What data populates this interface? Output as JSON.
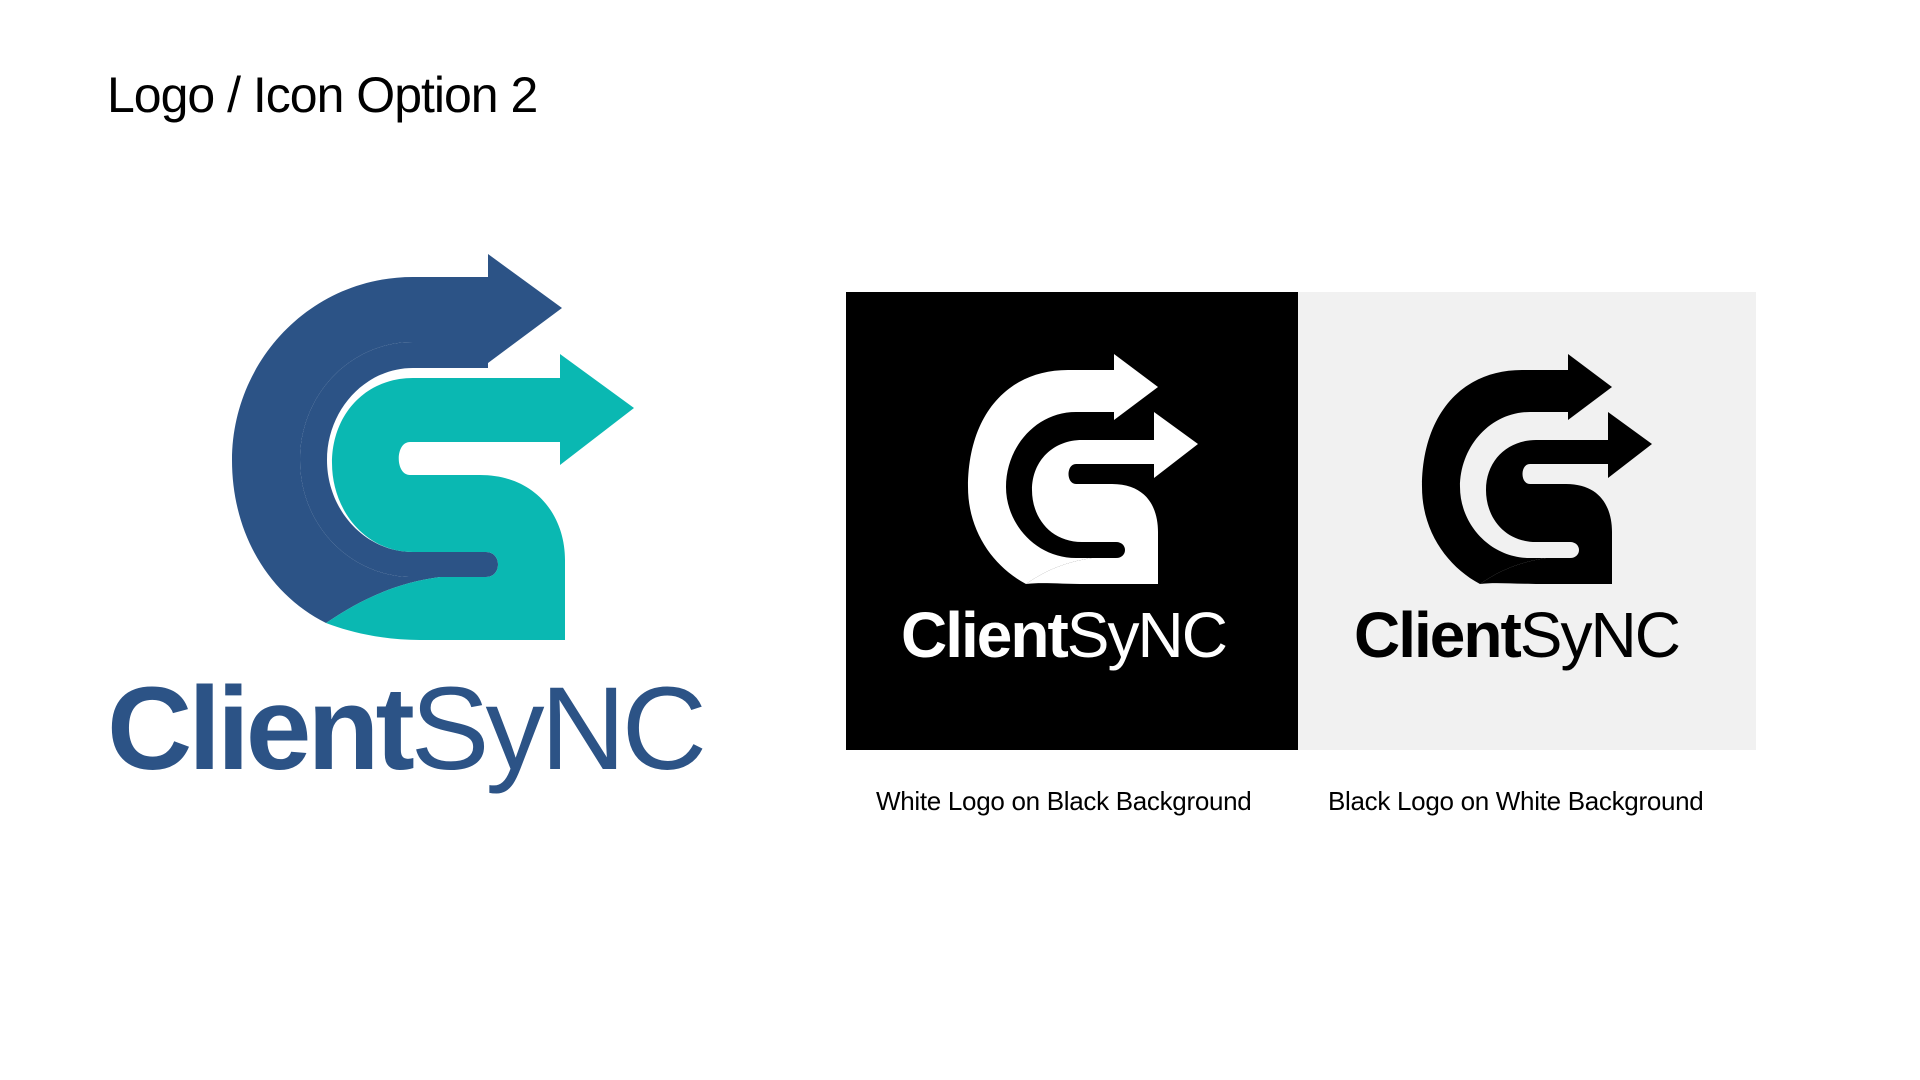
{
  "slide": {
    "title": "Logo / Icon Option 2"
  },
  "logo": {
    "wordmark_bold": "Client",
    "wordmark_light": "SyNC",
    "icon": "client-sync-arrow-s-icon"
  },
  "colors": {
    "navy": "#2c5386",
    "teal": "#0ab8b2",
    "black": "#000000",
    "white": "#ffffff",
    "light_gray": "#f1f1f1"
  },
  "variants": [
    {
      "caption": "White Logo on Black Background",
      "background": "#000000",
      "foreground": "#ffffff"
    },
    {
      "caption": "Black Logo on White Background",
      "background": "#f1f1f1",
      "foreground": "#000000"
    }
  ]
}
